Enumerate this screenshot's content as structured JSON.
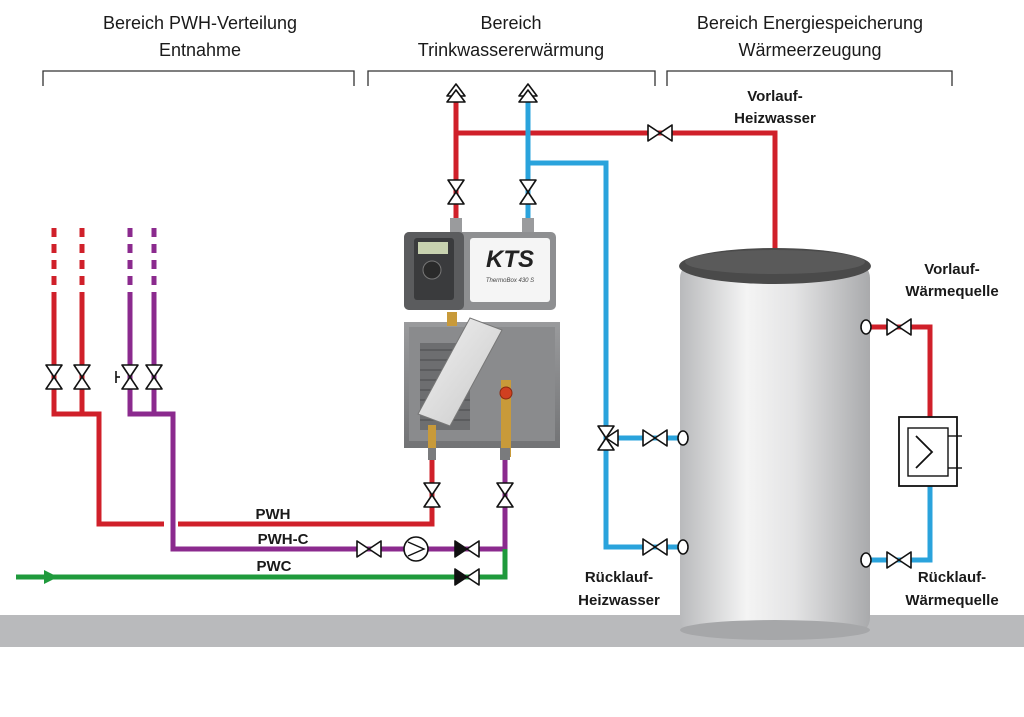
{
  "sections": {
    "distribution": [
      "Bereich PWH-Verteilung",
      "Entnahme"
    ],
    "heating": [
      "Bereich",
      "Trinkwassererwärmung"
    ],
    "storage": [
      "Bereich Energiespeicherung",
      "Wärmeerzeugung"
    ]
  },
  "labels": {
    "vorlauf_heizwasser": [
      "Vorlauf-",
      "Heizwasser"
    ],
    "vorlauf_waermequelle": [
      "Vorlauf-",
      "Wärmequelle"
    ],
    "ruecklauf_heizwasser": [
      "Rücklauf-",
      "Heizwasser"
    ],
    "ruecklauf_waermequelle": [
      "Rücklauf-",
      "Wärmequelle"
    ]
  },
  "pipes": {
    "pwh": "PWH",
    "pwhc": "PWH-C",
    "pwc": "PWC"
  },
  "device": {
    "brand": "KTS",
    "model": "ThermoBox 430 S"
  },
  "colors": {
    "pwh": "#d0202a",
    "pwhc": "#8b2a8e",
    "pwc": "#1f9a3c",
    "blue": "#2aa3dc",
    "floor": "#b9babc",
    "tank_top": "#4a4a4a",
    "device": "#8e8f91"
  }
}
